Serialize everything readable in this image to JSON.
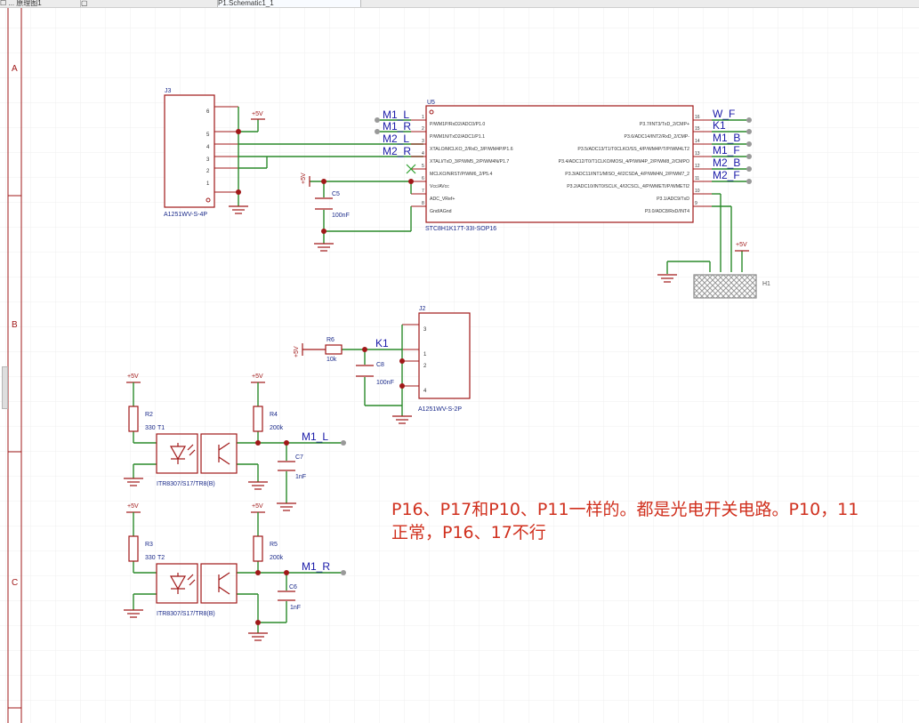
{
  "tabs": [
    {
      "label": "☐ ... 原理图1"
    },
    {
      "label": "▢"
    },
    {
      "label": "P1.Schematic1_1"
    }
  ],
  "border_rows": [
    "A",
    "B",
    "C"
  ],
  "note": {
    "line1": "P16、P17和P10、P11一样的。都是光电开关电路。P10，11",
    "line2": "正常，P16、17不行"
  },
  "schematic": {
    "j3": {
      "ref": "J3",
      "part": "A1251WV-S-4P",
      "pins": [
        "6",
        "5",
        "4",
        "3",
        "2",
        "1"
      ]
    },
    "u5": {
      "ref": "U5",
      "part": "STC8H1K17T-33I-SOP16",
      "left_pins": [
        {
          "num": "1",
          "name": "P/WM1P/RxD2/ADC0/P1.0"
        },
        {
          "num": "2",
          "name": "P/WM1N/TxD2/ADC1/P1.1"
        },
        {
          "num": "3",
          "name": "XTALO/MCLKO_2/RxD_3/P/WM4P/P1.6"
        },
        {
          "num": "4",
          "name": "XTALI/TxD_3/P/WM5_2/P/WM4N/P1.7"
        },
        {
          "num": "5",
          "name": "MCLKO/NRST/P/WM6_2/P5.4"
        },
        {
          "num": "6",
          "name": "Vcc/AVcc"
        },
        {
          "num": "7",
          "name": "ADC_VRef+"
        },
        {
          "num": "8",
          "name": "Gnd/AGnd"
        }
      ],
      "right_pins": [
        {
          "num": "16",
          "name": "P3.7/INT3/TxD_2/CMP+"
        },
        {
          "num": "15",
          "name": "P3.6/ADC14/INT2/RxD_2/CMP-"
        },
        {
          "num": "14",
          "name": "P3.5/ADC13/T1/T0CLKO/SS_4/P/WM4P/T/P/WM4LT2"
        },
        {
          "num": "13",
          "name": "P3.4/ADC12/T0/T1CLKO/MOSI_4/P/WM4P_2/P/WM8_2/CMPO"
        },
        {
          "num": "12",
          "name": "P3.3/ADC11/INT1/MISO_4/I2CSDA_4/P/WM4N_2/P/WM7_2"
        },
        {
          "num": "11",
          "name": "P3.2/ADC10/INT0/SCLK_4/I2CSCL_4/P/WMETI/P/WMETI2"
        },
        {
          "num": "10",
          "name": "P3.1/ADC9/TxD"
        },
        {
          "num": "9",
          "name": "P3.0/ADC8/RxD/INT4"
        }
      ]
    },
    "left_nets": [
      "M1_L",
      "M1_R",
      "M2_L",
      "M2_R"
    ],
    "right_nets": [
      "W_F",
      "K1",
      "M1_B",
      "M1_F",
      "M2_B",
      "M2_F"
    ],
    "power_5v": "+5V",
    "c5": {
      "ref": "C5",
      "value": "100nF"
    },
    "h1": {
      "ref": "H1"
    },
    "j2": {
      "ref": "J2",
      "part": "A1251WV-S-2P",
      "pins": [
        "3",
        "1",
        "2",
        "4"
      ]
    },
    "r6": {
      "ref": "R6",
      "value": "10k"
    },
    "c8": {
      "ref": "C8",
      "value": "100nF"
    },
    "k1_net": "K1",
    "r2": {
      "ref": "R2",
      "value": "330"
    },
    "t1": {
      "ref": "T1",
      "part": "ITR8307/S17/TR8(B)"
    },
    "r4": {
      "ref": "R4",
      "value": "200k"
    },
    "c7": {
      "ref": "C7",
      "value": "1nF"
    },
    "m1l_net": "M1_L",
    "r3": {
      "ref": "R3",
      "value": "330"
    },
    "t2": {
      "ref": "T2",
      "part": "ITR8307/S17/TR8(B)"
    },
    "r5": {
      "ref": "R5",
      "value": "200k"
    },
    "c6": {
      "ref": "C6",
      "value": "1nF"
    },
    "m1r_net": "M1_R"
  },
  "colors": {
    "wire": "#2a8a2a",
    "part": "#a01818",
    "net_label": "#1a1aa8",
    "ref_text": "#1a2a8a",
    "note": "#d0301e",
    "grid": "#efefef"
  }
}
